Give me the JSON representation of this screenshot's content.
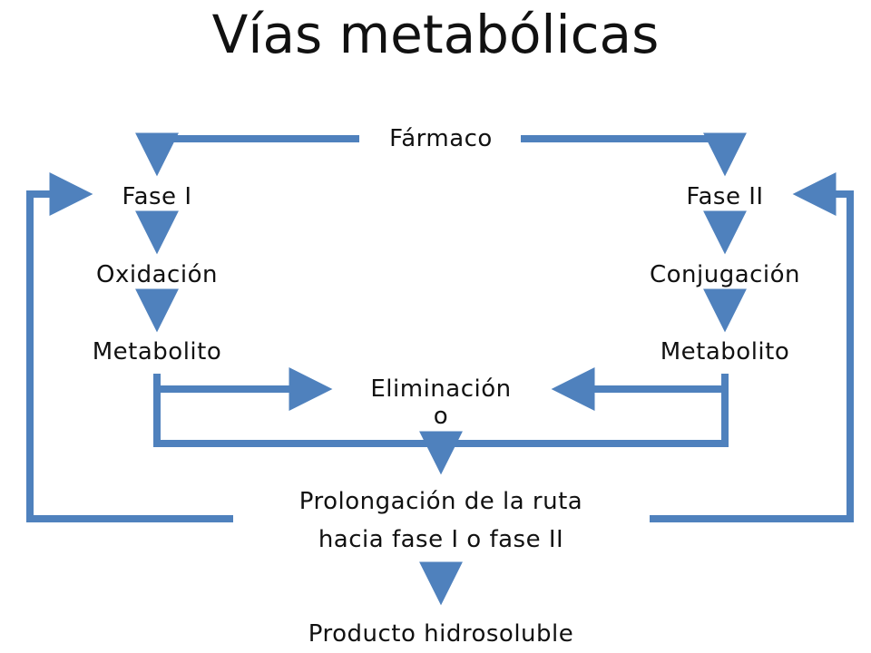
{
  "title": "Vías metabólicas",
  "nodes": {
    "farmaco": "Fármaco",
    "fase_1": "Fase I",
    "fase_2": "Fase II",
    "oxidacion": "Oxidación",
    "conjugacion": "Conjugación",
    "metabolito_left": "Metabolito",
    "metabolito_right": "Metabolito",
    "eliminacion": "Eliminación",
    "eliminacion_o": "o",
    "prolongacion_line1": "Prolongación de la ruta",
    "prolongacion_line2": "hacia fase I o fase II",
    "producto": "Producto hidrosoluble"
  },
  "colors": {
    "arrow": "#4f81bd",
    "text": "#111111"
  }
}
